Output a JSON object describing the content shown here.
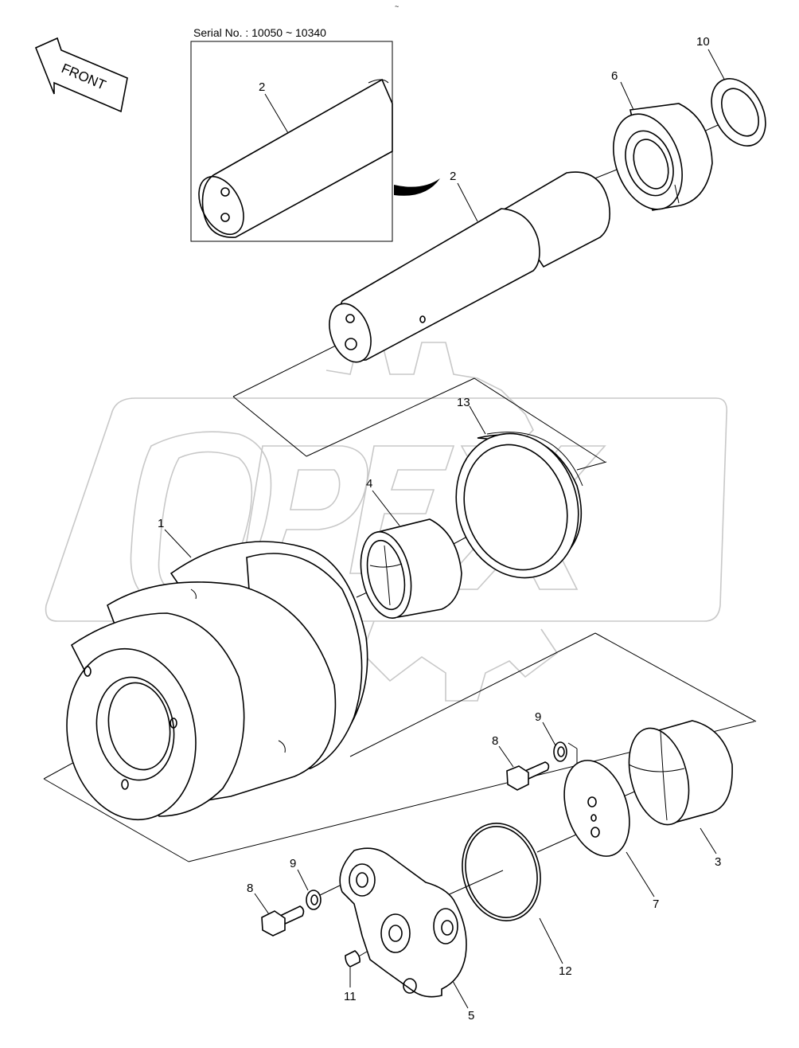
{
  "top_mark": "~",
  "inset": {
    "serial_label": "Serial No. : 10050 ~ 10340",
    "part_label": "2"
  },
  "front_arrow": {
    "label": "FRONT"
  },
  "watermark": {
    "text": "OPEX"
  },
  "callouts": {
    "c1": "1",
    "c2": "2",
    "c3": "3",
    "c4": "4",
    "c5": "5",
    "c6": "6",
    "c7": "7",
    "c8a": "8",
    "c8b": "8",
    "c9a": "9",
    "c9b": "9",
    "c10": "10",
    "c11": "11",
    "c12": "12",
    "c13": "13"
  }
}
